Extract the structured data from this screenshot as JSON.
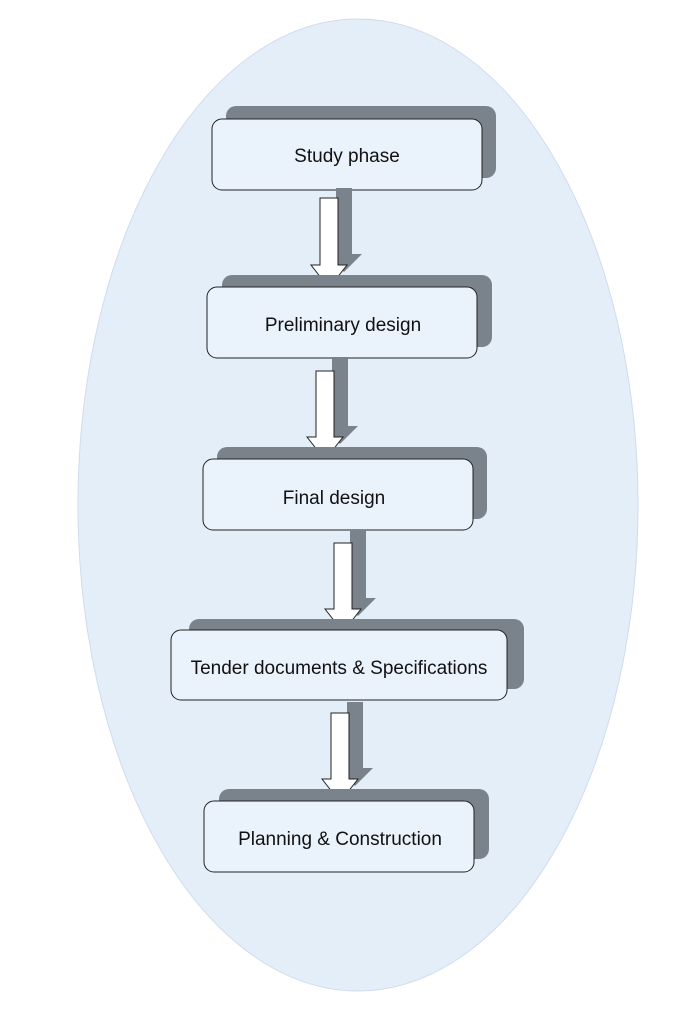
{
  "diagram": {
    "colors": {
      "background_ellipse": "#e4eef9",
      "ellipse_border": "#d0dced",
      "box_fill": "#eaf2fb",
      "box_border": "#222222",
      "shadow": "#7a838c",
      "arrow_fill": "#ffffff",
      "arrow_border": "#222222"
    },
    "steps": [
      {
        "label": "Study phase"
      },
      {
        "label": "Preliminary design"
      },
      {
        "label": "Final design"
      },
      {
        "label": "Tender documents & Specifications"
      },
      {
        "label": "Planning & Construction"
      }
    ]
  }
}
